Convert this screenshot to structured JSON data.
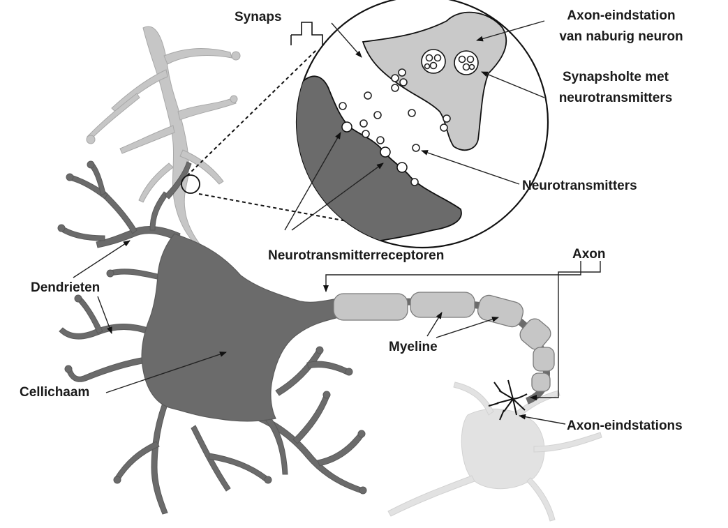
{
  "labels": {
    "synaps": "Synaps",
    "axon_terminal_neighbor_line1": "Axon-eindstation",
    "axon_terminal_neighbor_line2": "van naburig neuron",
    "synaptic_cleft_line1": "Synapsholte met",
    "synaptic_cleft_line2": "neurotransmitters",
    "neurotransmitters": "Neurotransmitters",
    "receptors": "Neurotransmitterreceptoren",
    "axon": "Axon",
    "dendrites": "Dendrieten",
    "myelin": "Myeline",
    "cell_body": "Cellichaam",
    "axon_terminals": "Axon-eindstations"
  },
  "colors": {
    "neuron_dark": "#6b6b6b",
    "neuron_light": "#c6c6c6",
    "neuron_faint": "#e2e2e2",
    "outline": "#111111"
  }
}
